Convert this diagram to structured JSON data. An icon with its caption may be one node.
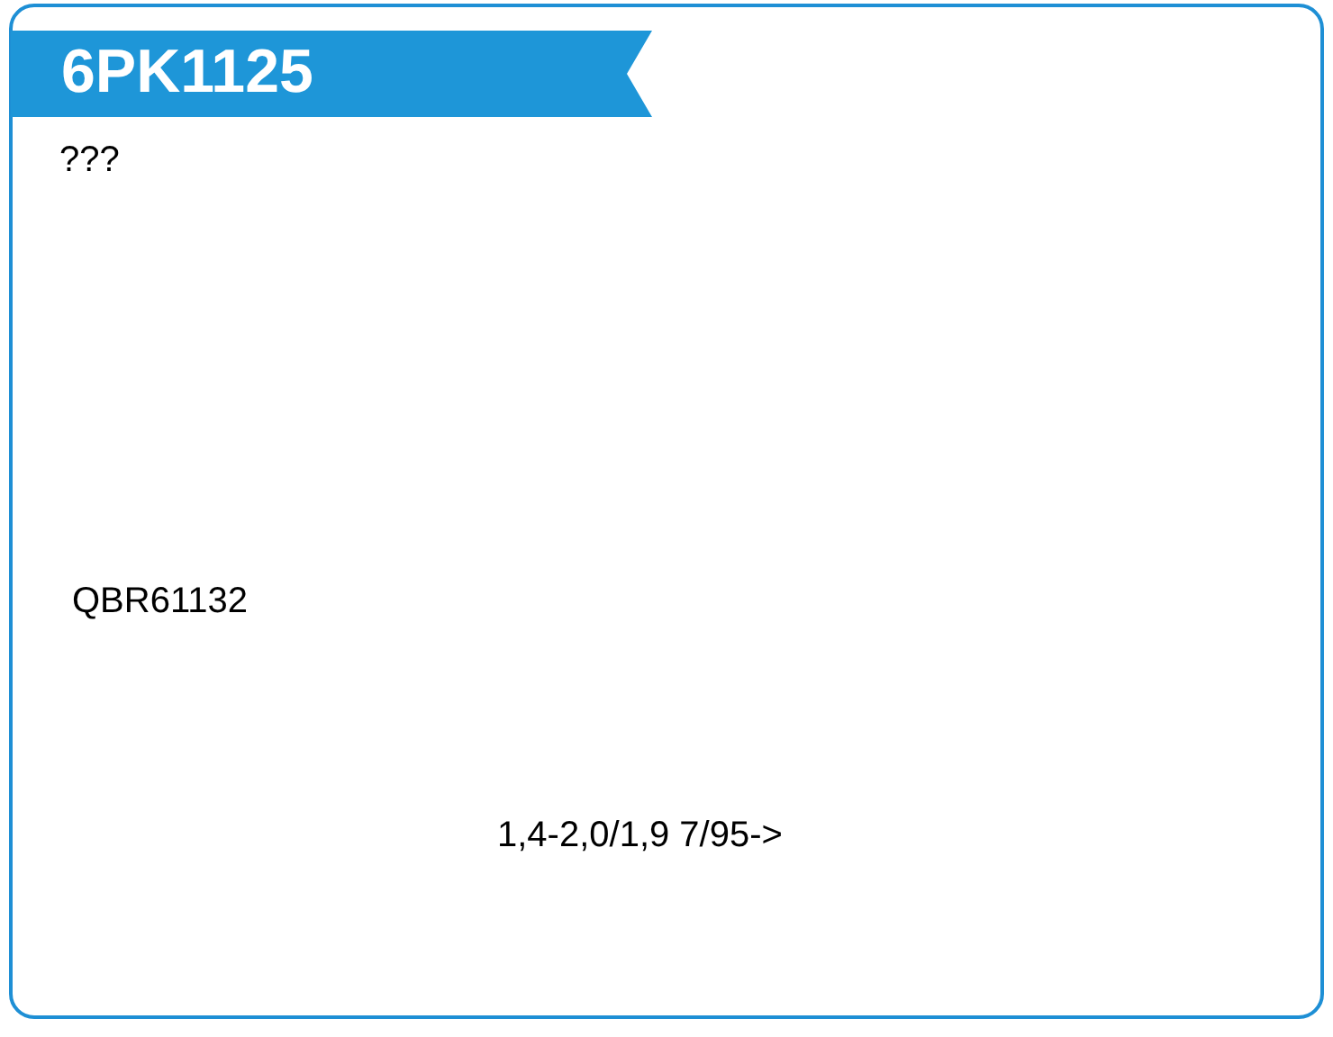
{
  "diagram": {
    "title": "6PK1125",
    "labels": [
      "???",
      "QBR61132",
      "1,4-2,0/1,9 7/95->"
    ]
  }
}
